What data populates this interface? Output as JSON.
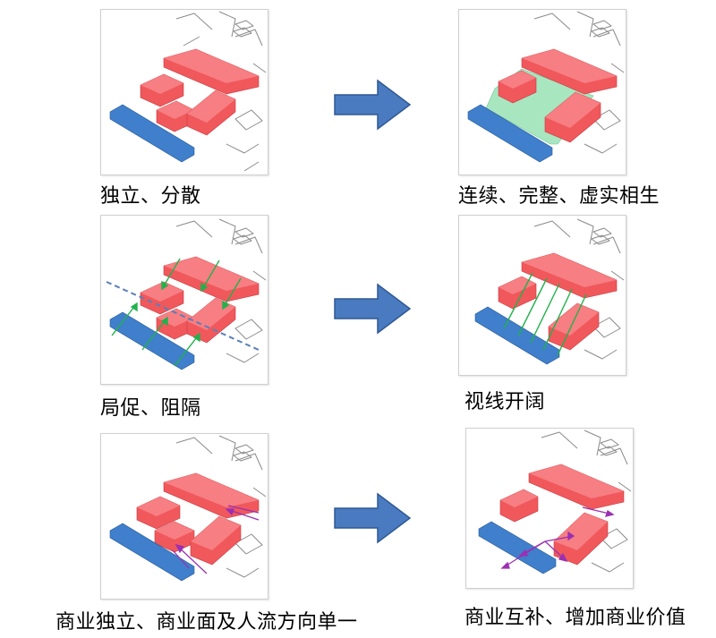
{
  "colors": {
    "building": "#f0585c",
    "building_top": "#f77e82",
    "building_edge": "#c93b40",
    "blue_block": "#3f7fcb",
    "blue_edge": "#2a5a98",
    "green_space": "#a8e6c0",
    "sight_line": "#22b14c",
    "flow_line": "#9b30b3",
    "dashed_axis": "#5b7fb8",
    "arrow": "#4a7bc0",
    "arrow_edge": "#2f5894"
  },
  "rows": [
    {
      "before_caption": "独立、分散",
      "after_caption": "连续、完整、虚实相生"
    },
    {
      "before_caption": "局促、阻隔",
      "after_caption": "视线开阔"
    },
    {
      "before_caption": "商业独立、商业面及人流方向单一",
      "after_caption": "商业互补、增加商业价值"
    }
  ]
}
